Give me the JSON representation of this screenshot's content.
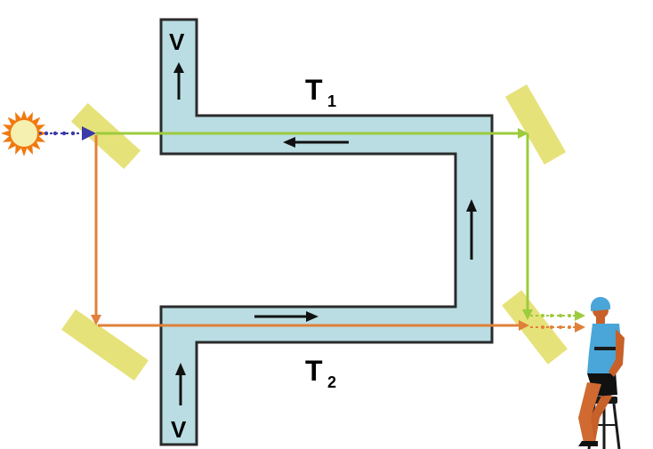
{
  "labels": {
    "t1_main": "T",
    "t1_sub": "1",
    "t2_main": "T",
    "t2_sub": "2",
    "v_top": "V",
    "v_bottom": "V"
  },
  "colors": {
    "tube_fill": "#b9dde3",
    "tube_stroke": "#2b2b2b",
    "mirror": "#e6e27a",
    "green_ray": "#9ccb3b",
    "orange_ray": "#e0803a",
    "source_ray": "#3a3aa8",
    "sun_rays": "#f07a10",
    "sun_core": "#f6f0b0",
    "arrow": "#111111"
  },
  "icons": {
    "light_source": "sun-icon",
    "observer": "seated-observer-icon"
  }
}
